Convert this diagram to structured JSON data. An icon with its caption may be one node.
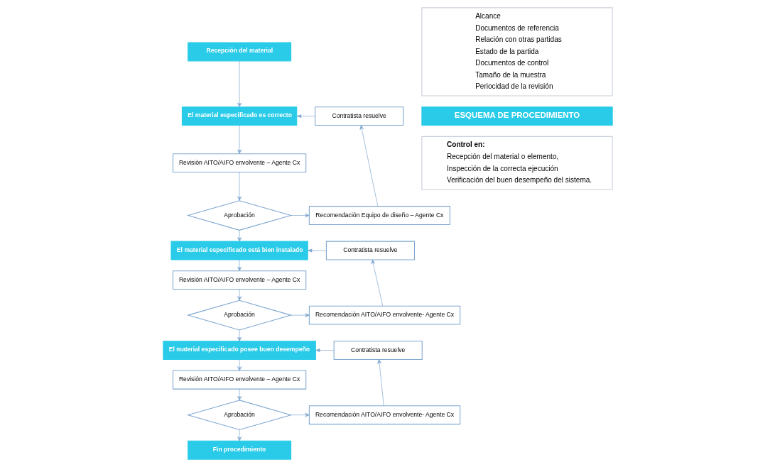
{
  "diagram": {
    "nodes": [
      {
        "text": [
          "Recepción del material"
        ]
      },
      {
        "text": [
          "El material especificado es correcto"
        ]
      },
      {
        "text": [
          "Contratista resuelve"
        ]
      },
      {
        "text": [
          "Revisión AITO/AIFO envolvente – Agente Cx"
        ]
      },
      {
        "text": [
          "Aprobación"
        ]
      },
      {
        "text": [
          "Recomendación Equipo de diseño – Agente Cx"
        ]
      },
      {
        "text": [
          "El material especificado está bien instalado"
        ]
      },
      {
        "text": [
          "Contratista resuelve"
        ]
      },
      {
        "text": [
          "Revisión AITO/AIFO envolvente – Agente Cx"
        ]
      },
      {
        "text": [
          "Aprobación"
        ]
      },
      {
        "text": [
          "Recomendación AITO/AIFO envolvente- Agente Cx"
        ]
      },
      {
        "text": [
          "El material especificado posee buen desempeño"
        ]
      },
      {
        "text": [
          "Contratista resuelve"
        ]
      },
      {
        "text": [
          "Revisión AITO/AIFO envolvente – Agente Cx"
        ]
      },
      {
        "text": [
          "Aprobación"
        ]
      },
      {
        "text": [
          "Recomendación AITO/AIFO envolvente- Agente Cx"
        ]
      },
      {
        "text": [
          "Fin procedimiento"
        ]
      },
      {
        "text": [
          "Alcance",
          "Documentos de referencia",
          "Relación con otras partidas",
          "Estado de la partida",
          "Documentos de control",
          "Tamaño de la muestra",
          "Periocidad de la revisión"
        ]
      },
      {
        "text": [
          "ESQUEMA DE PROCEDIMIENTO"
        ]
      },
      {
        "text": [
          "Control en:",
          "Recepción del material o elemento,",
          "Inspección de la correcta ejecución",
          "Verificación del buen desempeño del sistema."
        ]
      }
    ],
    "edges": [
      {
        "from": 0,
        "to": 1,
        "arrow": "to"
      },
      {
        "from": 1,
        "to": 3,
        "arrow": "to"
      },
      {
        "from": 3,
        "to": 4,
        "arrow": "to"
      },
      {
        "from": 4,
        "to": 6,
        "arrow": "to"
      },
      {
        "from": 4,
        "to": 5,
        "arrow": "to"
      },
      {
        "from": 5,
        "to": 2,
        "arrow": "to"
      },
      {
        "from": 2,
        "to": 1,
        "arrow": "to"
      },
      {
        "from": 6,
        "to": 8,
        "arrow": "to"
      },
      {
        "from": 8,
        "to": 9,
        "arrow": "to"
      },
      {
        "from": 9,
        "to": 11,
        "arrow": "to"
      },
      {
        "from": 9,
        "to": 10,
        "arrow": "to"
      },
      {
        "from": 10,
        "to": 7,
        "arrow": "to"
      },
      {
        "from": 7,
        "to": 6,
        "arrow": "to"
      },
      {
        "from": 11,
        "to": 13,
        "arrow": "to"
      },
      {
        "from": 13,
        "to": 14,
        "arrow": "to"
      },
      {
        "from": 14,
        "to": 16,
        "arrow": "to"
      },
      {
        "from": 14,
        "to": 15,
        "arrow": "to"
      },
      {
        "from": 15,
        "to": 12,
        "arrow": "to"
      },
      {
        "from": 12,
        "to": 11,
        "arrow": "to"
      }
    ]
  }
}
